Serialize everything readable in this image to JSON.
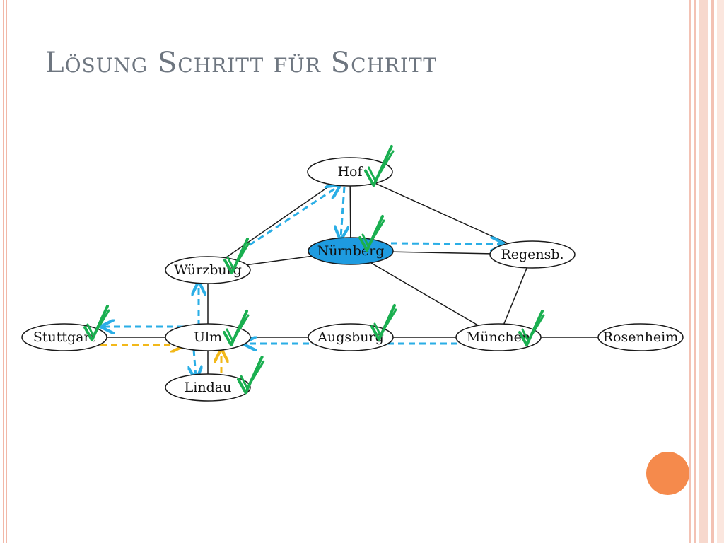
{
  "slide": {
    "title": "Lösung Schritt für Schritt"
  },
  "graph": {
    "nodes": [
      {
        "id": "hof",
        "label": "Hof",
        "highlighted": false
      },
      {
        "id": "nuernberg",
        "label": "Nürnberg",
        "highlighted": true
      },
      {
        "id": "regensb",
        "label": "Regensb.",
        "highlighted": false
      },
      {
        "id": "wuerzburg",
        "label": "Würzburg",
        "highlighted": false
      },
      {
        "id": "stuttgart",
        "label": "Stuttgart",
        "highlighted": false
      },
      {
        "id": "ulm",
        "label": "Ulm",
        "highlighted": false
      },
      {
        "id": "augsburg",
        "label": "Augsburg",
        "highlighted": false
      },
      {
        "id": "muenchen",
        "label": "München",
        "highlighted": false
      },
      {
        "id": "rosenheim",
        "label": "Rosenheim",
        "highlighted": false
      },
      {
        "id": "lindau",
        "label": "Lindau",
        "highlighted": false
      }
    ],
    "edges": [
      [
        "hof",
        "nuernberg"
      ],
      [
        "hof",
        "wuerzburg"
      ],
      [
        "hof",
        "regensb"
      ],
      [
        "nuernberg",
        "wuerzburg"
      ],
      [
        "nuernberg",
        "regensb"
      ],
      [
        "nuernberg",
        "muenchen"
      ],
      [
        "regensb",
        "muenchen"
      ],
      [
        "wuerzburg",
        "ulm"
      ],
      [
        "stuttgart",
        "ulm"
      ],
      [
        "ulm",
        "augsburg"
      ],
      [
        "ulm",
        "lindau"
      ],
      [
        "augsburg",
        "muenchen"
      ],
      [
        "muenchen",
        "rosenheim"
      ]
    ],
    "blue_arrows": [
      [
        "hof",
        "nuernberg"
      ],
      [
        "nuernberg",
        "regensb"
      ],
      [
        "wuerzburg",
        "hof"
      ],
      [
        "ulm",
        "wuerzburg"
      ],
      [
        "ulm",
        "stuttgart"
      ],
      [
        "ulm",
        "lindau"
      ],
      [
        "muenchen",
        "ulm"
      ]
    ],
    "yellow_arrows": [
      [
        "stuttgart",
        "ulm"
      ],
      [
        "lindau",
        "ulm"
      ]
    ],
    "checked_nodes": [
      "hof",
      "nuernberg",
      "wuerzburg",
      "stuttgart",
      "ulm",
      "augsburg",
      "muenchen",
      "lindau"
    ]
  },
  "colors": {
    "edge": "#1a1a1a",
    "blue_arrow": "#2aaee6",
    "yellow_arrow": "#f2b81a",
    "check": "#1aaf50",
    "highlight_fill": "#1e9be0",
    "accent_dot": "#f58a4c"
  }
}
